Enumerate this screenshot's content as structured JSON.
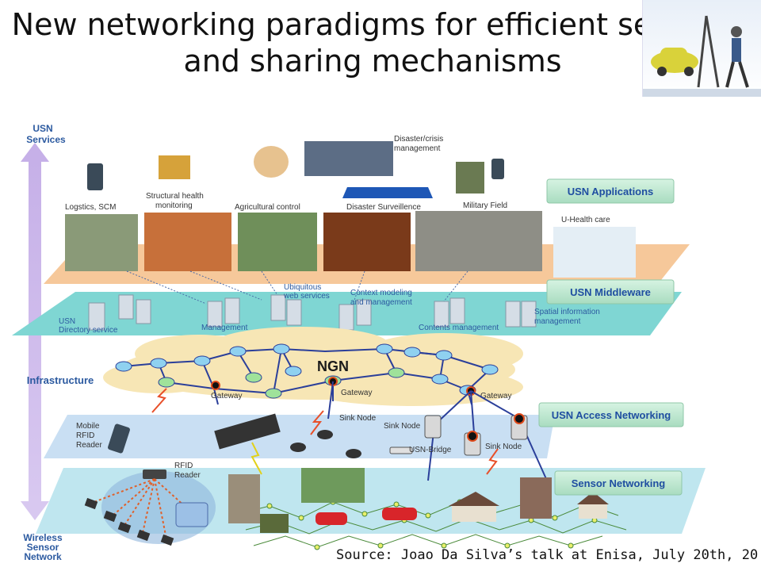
{
  "title": {
    "line1": "New networking paradigms for efficient search",
    "line2": "and sharing mechanisms"
  },
  "source": "Source: Joao Da Silva’s talk at Enisa, July 20th, 20",
  "axis": {
    "top": [
      "USN",
      "Services"
    ],
    "middle": "Infrastructure",
    "bottom": [
      "Wireless",
      "Sensor",
      "Network"
    ]
  },
  "layers": {
    "applications": "USN Applications",
    "middleware": "USN Middleware",
    "access": "USN Access Networking",
    "sensor": "Sensor Networking"
  },
  "applications": [
    "Logstics, SCM",
    "Structural health",
    "monitoring",
    "Agricultural control",
    "Disaster/crisis",
    "management",
    "Disaster Surveillence",
    "Military Field",
    "U-Health care"
  ],
  "middleware": [
    "USN",
    "Directory service",
    "Management",
    "Ubiquitous",
    "web services",
    "Context modeling",
    "and management",
    "Contents management",
    "Spatial information",
    "management"
  ],
  "network": {
    "cloud": "NGN",
    "gateway": "Gateway",
    "sink_node": "Sink Node",
    "bridge": "USN-Bridge",
    "mobile_reader": [
      "Mobile",
      "RFID",
      "Reader"
    ],
    "rfid_reader": [
      "RFID",
      "Reader"
    ]
  },
  "colors": {
    "app_band": "#f6c89a",
    "middleware_band": "#7fd6d3",
    "access_band": "#c9dff3",
    "sensor_band": "#bfe6ef",
    "cloud": "#f7e6b5",
    "node": "#8fd1f0",
    "node_green": "#9fe29a",
    "axis_arrow": "#c9b4e6",
    "label_box": "#bfead2",
    "label_text": "#1f4ea1"
  }
}
